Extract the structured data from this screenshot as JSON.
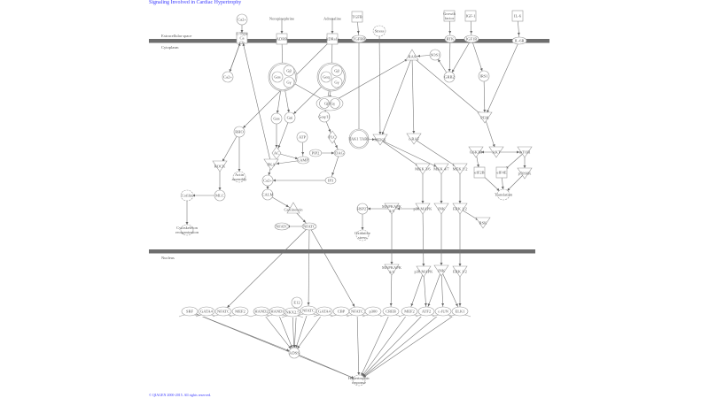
{
  "title": "Signaling Involved in Cardiac Hypertrophy",
  "footer": "© QIAGEN 2000-2015. All rights reserved.",
  "compartments": {
    "extracellular": "Extracellular space",
    "cytoplasm": "Cytoplasm",
    "nucleus": "Nucleus"
  },
  "colors": {
    "membrane": "#6e6e6e",
    "title": "#3a3aff",
    "node_stroke": "#999999"
  },
  "nodes": [
    {
      "id": "ca_out",
      "label": "Ca2+",
      "shape": "circle"
    },
    {
      "id": "ltype",
      "label": "L-Type Ca Ch",
      "shape": "rect"
    },
    {
      "id": "ca_in",
      "label": "Ca2+",
      "shape": "circle"
    },
    {
      "id": "norepi",
      "label": "Norepinephrine",
      "shape": "text"
    },
    {
      "id": "adrb",
      "label": "ADRB",
      "shape": "rect"
    },
    {
      "id": "adrenaline",
      "label": "Adrenaline",
      "shape": "text"
    },
    {
      "id": "adra1",
      "label": "ADRa1a",
      "shape": "rect"
    },
    {
      "id": "tgfb",
      "label": "TGFB",
      "shape": "rect"
    },
    {
      "id": "tgfbr",
      "label": "TGFBR",
      "shape": "ellipse"
    },
    {
      "id": "stress",
      "label": "Stress",
      "shape": "cloud"
    },
    {
      "id": "gf",
      "label": "Growth factor",
      "shape": "rect"
    },
    {
      "id": "rtk",
      "label": "RTK",
      "shape": "ellipse"
    },
    {
      "id": "igf1",
      "label": "IGF-1",
      "shape": "rect"
    },
    {
      "id": "igf1r",
      "label": "IGF1R",
      "shape": "ellipse"
    },
    {
      "id": "il6",
      "label": "IL-6",
      "shape": "rect"
    },
    {
      "id": "il6r",
      "label": "IL-6R",
      "shape": "ellipse"
    },
    {
      "id": "gcx1",
      "label": "",
      "shape": "bigcircle"
    },
    {
      "id": "gas1",
      "label": "Gαs",
      "shape": "circle"
    },
    {
      "id": "gb1",
      "label": "Gβ",
      "shape": "circle"
    },
    {
      "id": "gg1",
      "label": "Gγ",
      "shape": "circle"
    },
    {
      "id": "gcx2",
      "label": "",
      "shape": "bigcircle"
    },
    {
      "id": "gaq2",
      "label": "Gαq",
      "shape": "circle"
    },
    {
      "id": "gb2",
      "label": "Gβ",
      "shape": "circle"
    },
    {
      "id": "gg2",
      "label": "Gγ",
      "shape": "circle"
    },
    {
      "id": "gbg",
      "label": "Gβ  Gγ",
      "shape": "pair"
    },
    {
      "id": "gas",
      "label": "Gαs",
      "shape": "circle"
    },
    {
      "id": "gai",
      "label": "Gαi",
      "shape": "circle"
    },
    {
      "id": "gaq11",
      "label": "Gαq/11",
      "shape": "circle"
    },
    {
      "id": "plc",
      "label": "PLC",
      "shape": "diamond"
    },
    {
      "id": "pip2",
      "label": "PIP2",
      "shape": "ellipse"
    },
    {
      "id": "dag",
      "label": "DAG",
      "shape": "ellipse"
    },
    {
      "id": "ip3",
      "label": "IP3",
      "shape": "ellipse"
    },
    {
      "id": "atp",
      "label": "ATP",
      "shape": "circle"
    },
    {
      "id": "ac",
      "label": "AC",
      "shape": "diamond"
    },
    {
      "id": "camp",
      "label": "cAMP",
      "shape": "ellipse"
    },
    {
      "id": "pka",
      "label": "PKA",
      "shape": "triangle"
    },
    {
      "id": "ca2",
      "label": "Ca2+",
      "shape": "circle"
    },
    {
      "id": "calm",
      "label": "CALM",
      "shape": "circle"
    },
    {
      "id": "calcineurin",
      "label": "Calcineurin",
      "shape": "uptriangle"
    },
    {
      "id": "nfatc_p",
      "label": "NFATC",
      "shape": "ellipse"
    },
    {
      "id": "nfatc_c",
      "label": "NFATC",
      "shape": "ellipse"
    },
    {
      "id": "rho",
      "label": "RHO",
      "shape": "circle"
    },
    {
      "id": "rock",
      "label": "ROCK",
      "shape": "triangle"
    },
    {
      "id": "actin",
      "label": "Actin assembly",
      "shape": "cloud"
    },
    {
      "id": "mlc",
      "label": "MLC",
      "shape": "circle"
    },
    {
      "id": "cofilin",
      "label": "Cofilin",
      "shape": "cloud"
    },
    {
      "id": "cyto",
      "label": "Cytoskeleton reorganization",
      "shape": "cloud"
    },
    {
      "id": "tak1",
      "label": "TAK1 TAB1",
      "shape": "bigcircle"
    },
    {
      "id": "mekk",
      "label": "MEKK",
      "shape": "triangle"
    },
    {
      "id": "craf",
      "label": "c-RAF",
      "shape": "triangle"
    },
    {
      "id": "ras",
      "label": "RAS",
      "shape": "uptriangle"
    },
    {
      "id": "sos",
      "label": "SOS1",
      "shape": "circle"
    },
    {
      "id": "grb2",
      "label": "GRB2",
      "shape": "circle"
    },
    {
      "id": "irs1",
      "label": "IRS1",
      "shape": "circle"
    },
    {
      "id": "pi3k",
      "label": "PI3K",
      "shape": "triangle"
    },
    {
      "id": "mkk36",
      "label": "MKK 3/6",
      "shape": "triangle"
    },
    {
      "id": "mkk47",
      "label": "MKK 4/7",
      "shape": "triangle"
    },
    {
      "id": "mek12",
      "label": "MEK 1/2",
      "shape": "triangle"
    },
    {
      "id": "gsk3b",
      "label": "GSK3B",
      "shape": "triangle"
    },
    {
      "id": "akt",
      "label": "AKT",
      "shape": "triangle"
    },
    {
      "id": "mtor",
      "label": "mTOR",
      "shape": "triangle"
    },
    {
      "id": "eif2b",
      "label": "eIF2B",
      "shape": "rect"
    },
    {
      "id": "eif4e",
      "label": "eIF4E",
      "shape": "rect"
    },
    {
      "id": "p70",
      "label": "p70S6K",
      "shape": "triangle"
    },
    {
      "id": "translation",
      "label": "Translation",
      "shape": "cloud"
    },
    {
      "id": "hsp27",
      "label": "HSP27",
      "shape": "circle"
    },
    {
      "id": "oxstress",
      "label": "Oxidative stress",
      "shape": "cloud"
    },
    {
      "id": "mapkapk",
      "label": "MAPKAPK 2/3",
      "shape": "triangle"
    },
    {
      "id": "p38",
      "label": "p38 MAPK",
      "shape": "triangle"
    },
    {
      "id": "jnk",
      "label": "JNK",
      "shape": "triangle"
    },
    {
      "id": "erk",
      "label": "ERK 1/2",
      "shape": "triangle"
    },
    {
      "id": "rsk",
      "label": "RSK",
      "shape": "triangle"
    },
    {
      "id": "n_mapkapk",
      "label": "MAPKAPK 2/3",
      "shape": "triangle"
    },
    {
      "id": "n_p38",
      "label": "p38 MAPK",
      "shape": "triangle"
    },
    {
      "id": "n_jnk",
      "label": "JNK",
      "shape": "triangle"
    },
    {
      "id": "n_erk",
      "label": "ERK 1/2",
      "shape": "triangle"
    },
    {
      "id": "srf",
      "label": "SRF",
      "shape": "tf"
    },
    {
      "id": "gata4a",
      "label": "GATA4",
      "shape": "tf"
    },
    {
      "id": "nfatc1",
      "label": "NFATC",
      "shape": "tf"
    },
    {
      "id": "mef2a",
      "label": "MEF2",
      "shape": "tf"
    },
    {
      "id": "hand2",
      "label": "HAND2",
      "shape": "tf"
    },
    {
      "id": "hand1",
      "label": "HAND1",
      "shape": "tf"
    },
    {
      "id": "nkx",
      "label": "NKX2.5",
      "shape": "tf"
    },
    {
      "id": "nfatc2",
      "label": "NFATC",
      "shape": "tf"
    },
    {
      "id": "gata4b",
      "label": "GATA4",
      "shape": "tf"
    },
    {
      "id": "cbp",
      "label": "CBP",
      "shape": "tf"
    },
    {
      "id": "nfatc3",
      "label": "NFATC",
      "shape": "tf"
    },
    {
      "id": "p300",
      "label": "p300",
      "shape": "tf"
    },
    {
      "id": "creb",
      "label": "CREB",
      "shape": "tf"
    },
    {
      "id": "mef2b",
      "label": "MEF2",
      "shape": "tf"
    },
    {
      "id": "atf2",
      "label": "ATF2",
      "shape": "tf"
    },
    {
      "id": "cjun",
      "label": "c-JUN",
      "shape": "tf"
    },
    {
      "id": "elk1",
      "label": "ELK1",
      "shape": "tf"
    },
    {
      "id": "e12",
      "label": "E12",
      "shape": "circle"
    },
    {
      "id": "adss",
      "label": "ADSS",
      "shape": "circle"
    },
    {
      "id": "hyper",
      "label": "Hypertrophic response",
      "shape": "cloud"
    }
  ]
}
